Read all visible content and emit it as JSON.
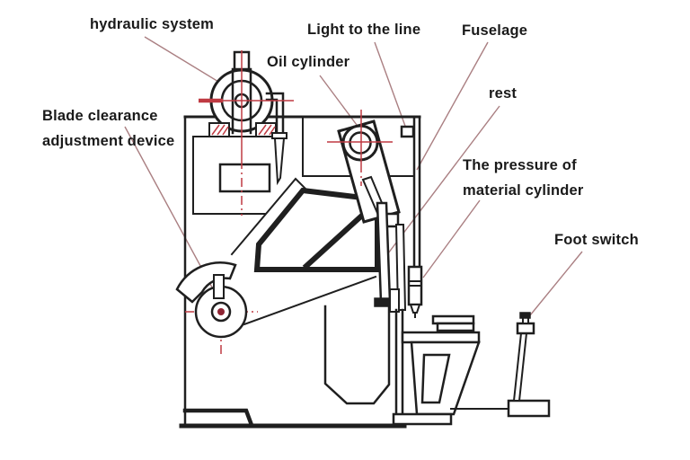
{
  "labels": {
    "hydraulic_system": "hydraulic system",
    "oil_cylinder": "Oil cylinder",
    "light_to_the_line": "Light to the line",
    "fuselage": "Fuselage",
    "rest": "rest",
    "pressure_of_material_cylinder": {
      "line1": "The pressure of",
      "line2": "material cylinder"
    },
    "foot_switch": "Foot switch",
    "blade_clearance_adjustment_device": {
      "line1": "Blade clearance",
      "line2": "adjustment device"
    }
  },
  "colors": {
    "line": "#1f1f1f",
    "text": "#1a1a1a",
    "centerline_red": "#bf3a42",
    "accent_dark_red": "#8e2433",
    "leader_line": "#aa7f82",
    "background": "#ffffff"
  }
}
